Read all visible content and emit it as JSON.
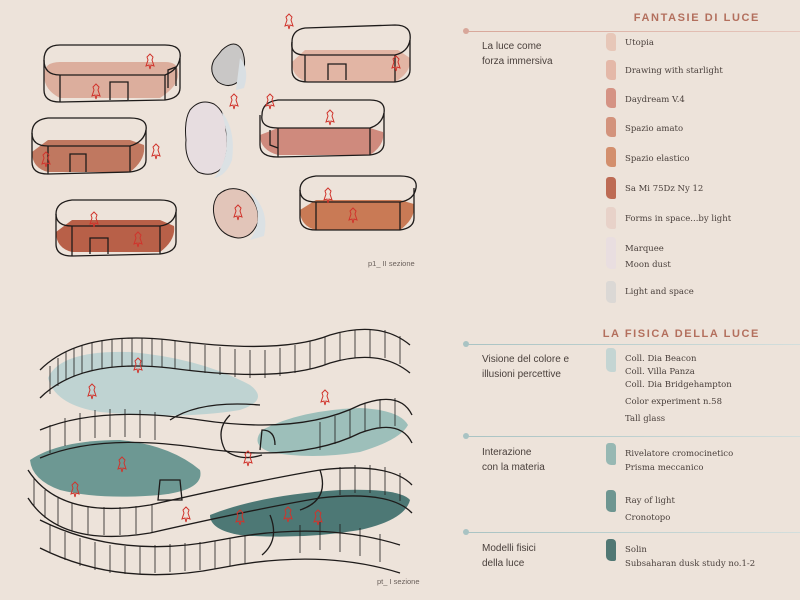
{
  "captions": {
    "top": "p1_ II sezione",
    "bottom": "pt_ I sezione"
  },
  "fantasie": {
    "title": "FANTASIE DI LUCE",
    "group_label": "La luce come\nforza immersiva",
    "items": [
      {
        "label": "Utopia",
        "color": "#e6c3b4"
      },
      {
        "label": "Drawing with starlight",
        "color": "#e2b3a2"
      },
      {
        "label": "Daydream V.4",
        "color": "#d28a7a"
      },
      {
        "label": "Spazio amato",
        "color": "#cf8a71"
      },
      {
        "label": "Spazio elastico",
        "color": "#cf8560"
      },
      {
        "label": "Sa Mi 75Dz Ny 12",
        "color": "#b75d45"
      },
      {
        "label": "Forms in space...by light",
        "color": "#e7cfc6"
      },
      {
        "label": "Marquee",
        "color": "#e8dde0"
      },
      {
        "label": "Moon dust",
        "color": "#e8dde0"
      },
      {
        "label": "Light and space",
        "color": "#d8d6d4"
      }
    ]
  },
  "fisica": {
    "title": "LA FISICA DELLA LUCE",
    "groups": [
      {
        "label": "Visione del colore e\nillusioni percettive",
        "color": "#bfd3d2",
        "items": [
          "Coll. Dia Beacon",
          "Coll. Villa Panza",
          "Coll. Dia Bridgehampton",
          "Color experiment n.58",
          "Tall glass"
        ]
      },
      {
        "label": "Interazione\ncon la materia",
        "color": "#8db3ae",
        "items": [
          "Rivelatore cromocinetico",
          "Prisma meccanico",
          "Ray of light",
          "Cronotopo"
        ]
      },
      {
        "label": "Modelli fisici\ndella luce",
        "color": "#3f6b68",
        "items": [
          "Solin",
          "Subsaharan dusk study no.1-2"
        ]
      }
    ]
  }
}
